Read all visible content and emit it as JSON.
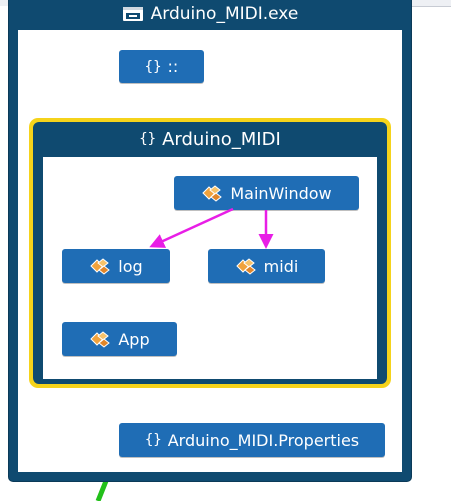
{
  "assembly": {
    "title": "Arduino_MIDI.exe"
  },
  "namespaces": {
    "root": {
      "glyph": "{}",
      "label": "::"
    },
    "main": {
      "glyph": "{}",
      "label": "Arduino_MIDI"
    },
    "properties": {
      "glyph": "{}",
      "label": "Arduino_MIDI.Properties"
    }
  },
  "classes": {
    "main_window": {
      "label": "MainWindow",
      "icon": "class-icon"
    },
    "log": {
      "label": "log",
      "icon": "class-icon"
    },
    "midi": {
      "label": "midi",
      "icon": "class-icon"
    },
    "app": {
      "label": "App",
      "icon": "class-icon"
    }
  },
  "edges": [
    {
      "from": "MainWindow",
      "to": "log"
    },
    {
      "from": "MainWindow",
      "to": "midi"
    }
  ],
  "colors": {
    "frame": "#0f4a70",
    "node": "#1f6db5",
    "highlight": "#f5d31b",
    "dependency_arrow": "#e81ee6",
    "external_link": "#22c01a"
  }
}
